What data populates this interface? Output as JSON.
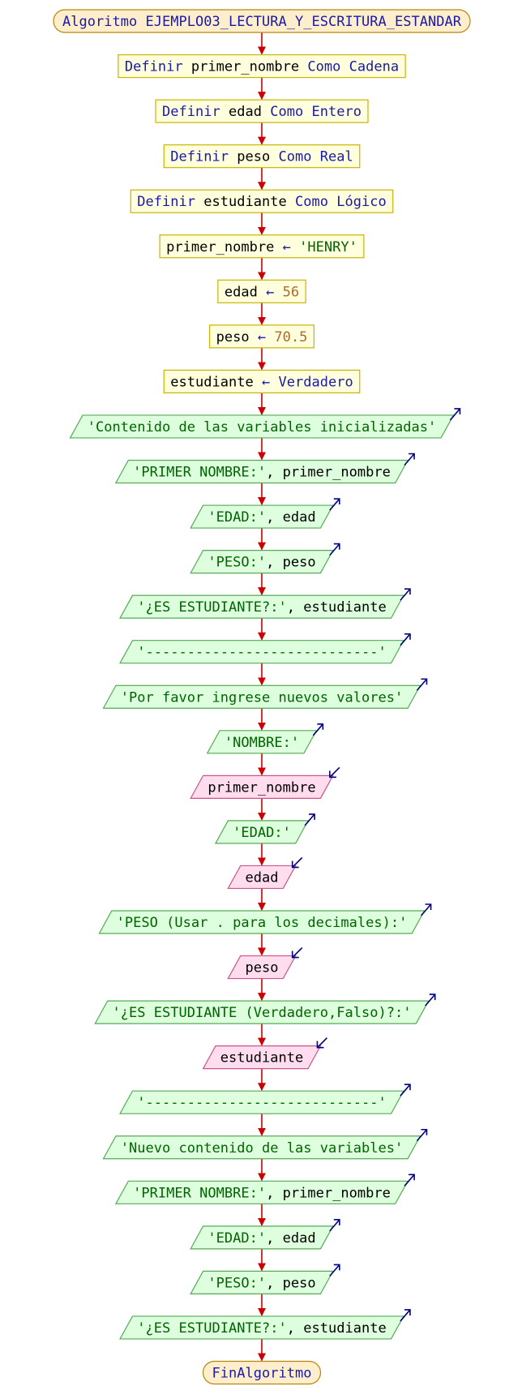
{
  "flowchart": {
    "start": "Algoritmo EJEMPLO03_LECTURA_Y_ESCRITURA_ESTANDAR",
    "end": "FinAlgoritmo",
    "steps": [
      {
        "kind": "define",
        "parts": [
          {
            "t": "Definir ",
            "c": "kw"
          },
          {
            "t": "primer_nombre",
            "c": "var"
          },
          {
            "t": " Como Cadena",
            "c": "kw"
          }
        ]
      },
      {
        "kind": "define",
        "parts": [
          {
            "t": "Definir ",
            "c": "kw"
          },
          {
            "t": "edad",
            "c": "var"
          },
          {
            "t": " Como Entero",
            "c": "kw"
          }
        ]
      },
      {
        "kind": "define",
        "parts": [
          {
            "t": "Definir ",
            "c": "kw"
          },
          {
            "t": "peso",
            "c": "var"
          },
          {
            "t": " Como Real",
            "c": "kw"
          }
        ]
      },
      {
        "kind": "define",
        "parts": [
          {
            "t": "Definir ",
            "c": "kw"
          },
          {
            "t": "estudiante",
            "c": "var"
          },
          {
            "t": " Como Lógico",
            "c": "kw"
          }
        ]
      },
      {
        "kind": "assign",
        "parts": [
          {
            "t": "primer_nombre ",
            "c": "var"
          },
          {
            "t": "←",
            "c": "kw"
          },
          {
            "t": " 'HENRY'",
            "c": "str"
          }
        ]
      },
      {
        "kind": "assign",
        "parts": [
          {
            "t": "edad ",
            "c": "var"
          },
          {
            "t": "←",
            "c": "kw"
          },
          {
            "t": " 56",
            "c": "num"
          }
        ]
      },
      {
        "kind": "assign",
        "parts": [
          {
            "t": "peso ",
            "c": "var"
          },
          {
            "t": "←",
            "c": "kw"
          },
          {
            "t": " 70.5",
            "c": "num"
          }
        ]
      },
      {
        "kind": "assign",
        "parts": [
          {
            "t": "estudiante ",
            "c": "var"
          },
          {
            "t": "←",
            "c": "kw"
          },
          {
            "t": " Verdadero",
            "c": "kw"
          }
        ]
      },
      {
        "kind": "write",
        "parts": [
          {
            "t": "'Contenido de las variables inicializadas'",
            "c": "str"
          }
        ]
      },
      {
        "kind": "write",
        "parts": [
          {
            "t": "'PRIMER NOMBRE:'",
            "c": "str"
          },
          {
            "t": ", primer_nombre",
            "c": "var"
          }
        ]
      },
      {
        "kind": "write",
        "parts": [
          {
            "t": "'EDAD:'",
            "c": "str"
          },
          {
            "t": ", edad",
            "c": "var"
          }
        ]
      },
      {
        "kind": "write",
        "parts": [
          {
            "t": "'PESO:'",
            "c": "str"
          },
          {
            "t": ", peso",
            "c": "var"
          }
        ]
      },
      {
        "kind": "write",
        "parts": [
          {
            "t": "'¿ES ESTUDIANTE?:'",
            "c": "str"
          },
          {
            "t": ", estudiante",
            "c": "var"
          }
        ]
      },
      {
        "kind": "write",
        "parts": [
          {
            "t": "'----------------------------'",
            "c": "str"
          }
        ]
      },
      {
        "kind": "write",
        "parts": [
          {
            "t": "'Por favor ingrese nuevos valores'",
            "c": "str"
          }
        ]
      },
      {
        "kind": "write",
        "parts": [
          {
            "t": "'NOMBRE:'",
            "c": "str"
          }
        ]
      },
      {
        "kind": "read",
        "parts": [
          {
            "t": "primer_nombre",
            "c": "var"
          }
        ]
      },
      {
        "kind": "write",
        "parts": [
          {
            "t": "'EDAD:'",
            "c": "str"
          }
        ]
      },
      {
        "kind": "read",
        "parts": [
          {
            "t": "edad",
            "c": "var"
          }
        ]
      },
      {
        "kind": "write",
        "parts": [
          {
            "t": "'PESO (Usar . para los decimales):'",
            "c": "str"
          }
        ]
      },
      {
        "kind": "read",
        "parts": [
          {
            "t": "peso",
            "c": "var"
          }
        ]
      },
      {
        "kind": "write",
        "parts": [
          {
            "t": "'¿ES ESTUDIANTE (Verdadero,Falso)?:'",
            "c": "str"
          }
        ]
      },
      {
        "kind": "read",
        "parts": [
          {
            "t": "estudiante",
            "c": "var"
          }
        ]
      },
      {
        "kind": "write",
        "parts": [
          {
            "t": "'----------------------------'",
            "c": "str"
          }
        ]
      },
      {
        "kind": "write",
        "parts": [
          {
            "t": "'Nuevo contenido de las variables'",
            "c": "str"
          }
        ]
      },
      {
        "kind": "write",
        "parts": [
          {
            "t": "'PRIMER NOMBRE:'",
            "c": "str"
          },
          {
            "t": ", primer_nombre",
            "c": "var"
          }
        ]
      },
      {
        "kind": "write",
        "parts": [
          {
            "t": "'EDAD:'",
            "c": "str"
          },
          {
            "t": ", edad",
            "c": "var"
          }
        ]
      },
      {
        "kind": "write",
        "parts": [
          {
            "t": "'PESO:'",
            "c": "str"
          },
          {
            "t": ", peso",
            "c": "var"
          }
        ]
      },
      {
        "kind": "write",
        "parts": [
          {
            "t": "'¿ES ESTUDIANTE?:'",
            "c": "str"
          },
          {
            "t": ", estudiante",
            "c": "var"
          }
        ]
      }
    ]
  },
  "colors": {
    "arrow": "#cc0000",
    "terminal_fill": "#ffeecc",
    "terminal_stroke": "#b8860b",
    "process_fill": "#ffffdd",
    "process_stroke": "#c8b400",
    "write_fill": "#ddffdd",
    "write_stroke": "#55aa55",
    "read_fill": "#ffddee",
    "read_stroke": "#cc5588",
    "io_arrow": "#000080",
    "kw": "#1a1aa6",
    "var": "#000000",
    "str": "#006400",
    "num": "#b06b2c"
  }
}
